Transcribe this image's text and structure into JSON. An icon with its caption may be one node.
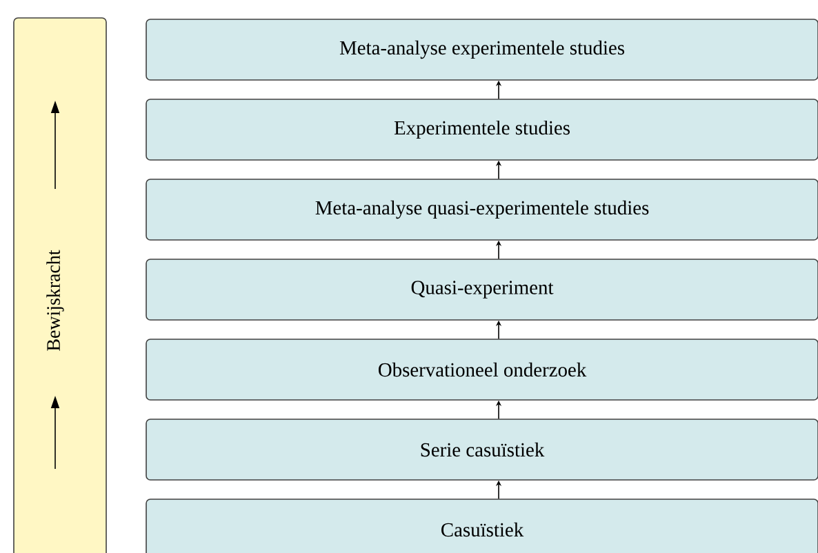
{
  "diagram": {
    "nodes": [
      {
        "text": [
          "Bewijskracht"
        ]
      },
      {
        "text": [
          "Meta-analyse experimentele studies"
        ]
      },
      {
        "text": [
          "Experimentele studies"
        ]
      },
      {
        "text": [
          "Meta-analyse quasi-experimentele studies"
        ]
      },
      {
        "text": [
          "Quasi-experiment"
        ]
      },
      {
        "text": [
          "Observationeel onderzoek"
        ]
      },
      {
        "text": [
          "Serie casuïstiek"
        ]
      },
      {
        "text": [
          "Casuïstiek"
        ]
      }
    ],
    "edges": [
      {
        "from": 2,
        "to": 1,
        "arrow": "to"
      },
      {
        "from": 3,
        "to": 2,
        "arrow": "to"
      },
      {
        "from": 4,
        "to": 3,
        "arrow": "to"
      },
      {
        "from": 5,
        "to": 4,
        "arrow": "to"
      },
      {
        "from": 6,
        "to": 5,
        "arrow": "to"
      },
      {
        "from": 7,
        "to": 6,
        "arrow": "to"
      }
    ]
  }
}
